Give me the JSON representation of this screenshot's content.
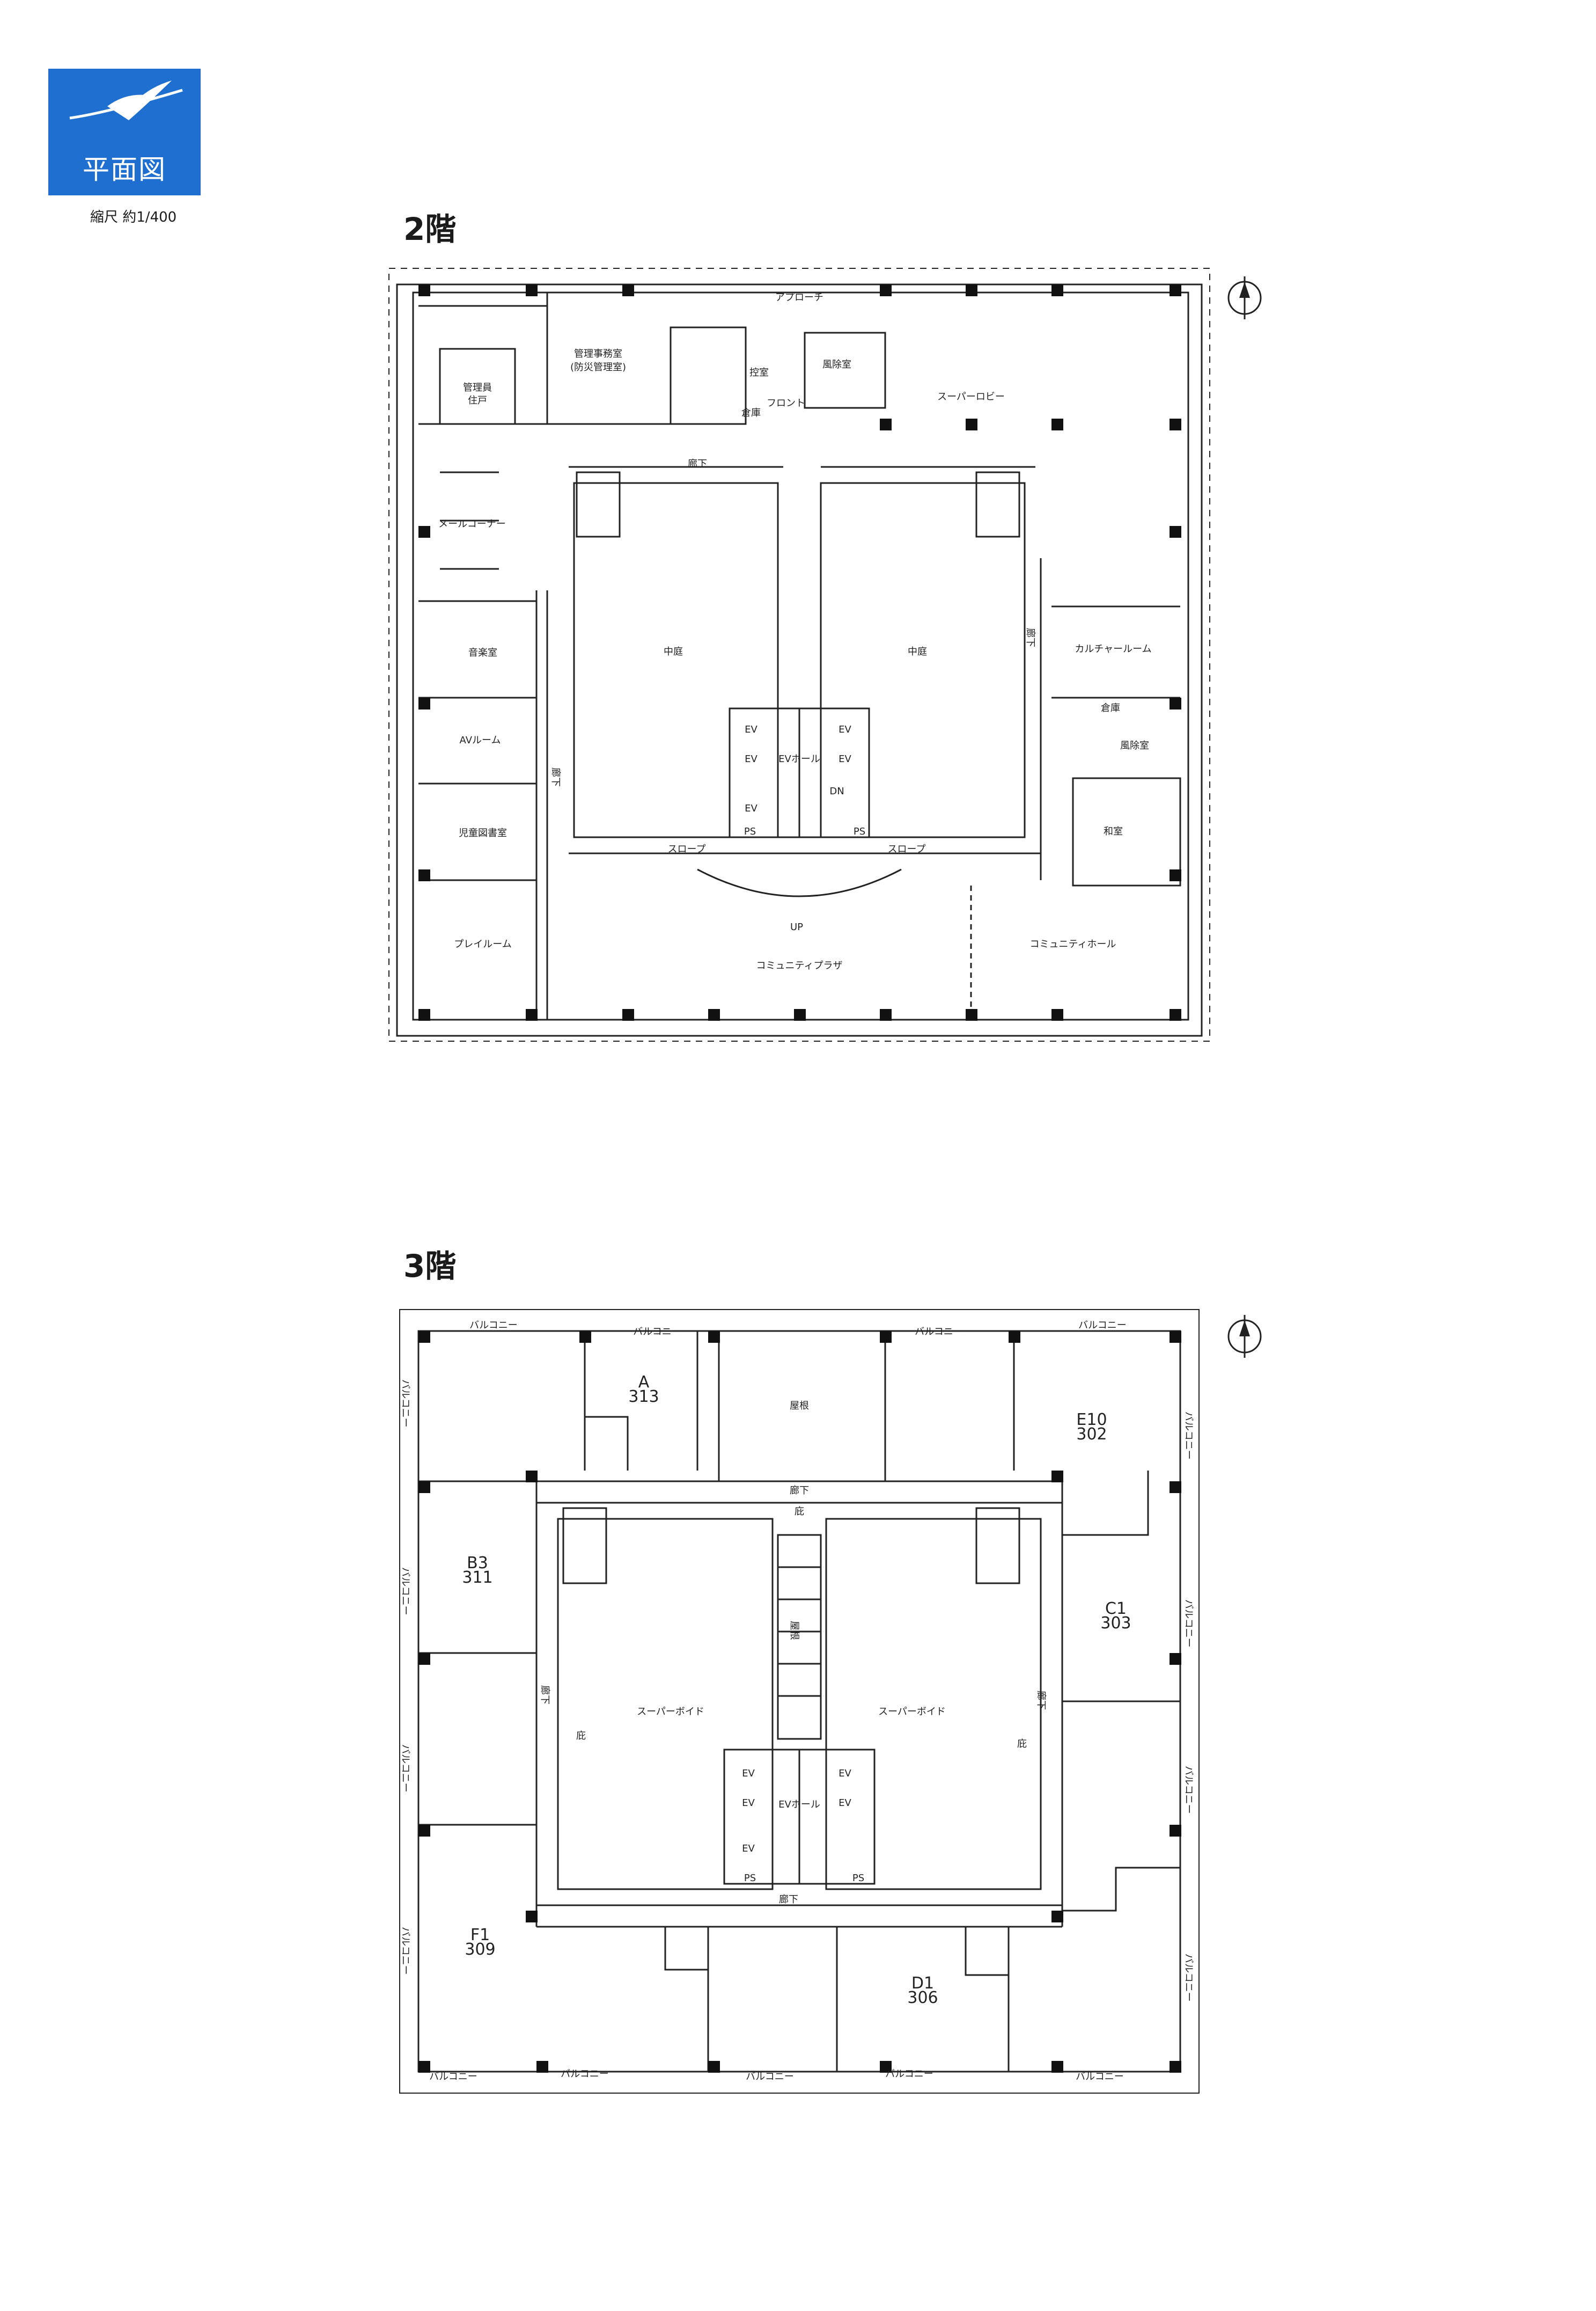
{
  "header": {
    "title": "平面図",
    "scale": "縮尺 約1/400"
  },
  "floor2": {
    "title": "2階",
    "rooms": {
      "approach": "アプローチ",
      "office": "管理事務室",
      "office_sub": "(防災管理室)",
      "manager1": "管理員",
      "manager2": "住戸",
      "lounge": "控室",
      "windroom": "風除室",
      "front": "フロント",
      "storage": "倉庫",
      "super_lobby": "スーパーロビー",
      "corridor": "廊下",
      "mail": "メールコーナー",
      "music": "音楽室",
      "av": "AVルーム",
      "library": "児童図書室",
      "playroom": "プレイルーム",
      "courtyard_l": "中庭",
      "courtyard_r": "中庭",
      "ev": "EV",
      "ev_hall": "EVホール",
      "culture": "カルチャールーム",
      "storage2": "倉庫",
      "windroom2": "風除室",
      "washitsu": "和室",
      "slope": "スロープ",
      "plaza": "コミュニティプラザ",
      "community_hall": "コミュニティホール",
      "ps": "PS",
      "up": "UP",
      "dn": "DN"
    }
  },
  "floor3": {
    "title": "3階",
    "labels": {
      "balcony": "バルコニー",
      "roof": "屋根",
      "eaves": "庇",
      "corridor": "廊下",
      "super_void": "スーパーボイド",
      "ev": "EV",
      "ev_hall": "EVホール",
      "ps": "PS"
    },
    "units": [
      {
        "type": "A",
        "no": "313"
      },
      {
        "type": "E10",
        "no": "302"
      },
      {
        "type": "B3",
        "no": "311"
      },
      {
        "type": "C1",
        "no": "303"
      },
      {
        "type": "F1",
        "no": "309"
      },
      {
        "type": "D1",
        "no": "306"
      }
    ]
  },
  "colors": {
    "badge": "#1e6fd0",
    "line": "#222222",
    "column": "#111111"
  },
  "icons": [
    "seagull-icon",
    "north-arrow-icon"
  ]
}
